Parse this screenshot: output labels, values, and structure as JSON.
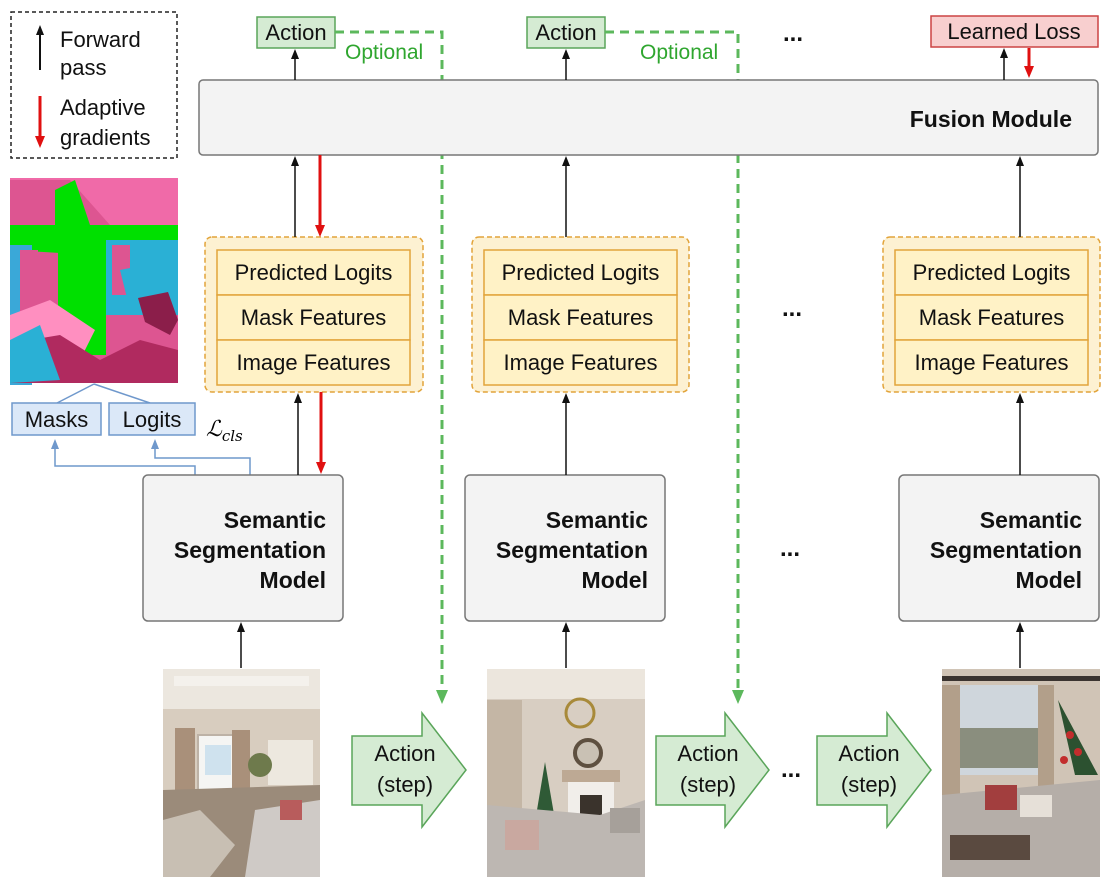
{
  "legend": {
    "forward_line1": "Forward",
    "forward_line2": "pass",
    "adaptive_line1": "Adaptive",
    "adaptive_line2": "gradients"
  },
  "top": {
    "action_label": "Action",
    "optional_label": "Optional",
    "learned_loss_label": "Learned Loss",
    "ellipsis": "..."
  },
  "fusion": {
    "label": "Fusion Module"
  },
  "features": {
    "predicted_logits": "Predicted Logits",
    "mask_features": "Mask Features",
    "image_features": "Image Features"
  },
  "segmentation": {
    "line1": "Semantic",
    "line2": "Segmentation",
    "line3": "Model"
  },
  "outputs": {
    "masks_label": "Masks",
    "logits_label": "Logits",
    "loss_main": "ℒ",
    "loss_sub": "cls"
  },
  "steps": {
    "line1": "Action",
    "line2": "(step)"
  },
  "ellipsis": "...",
  "colors": {
    "forward_arrow": "#111111",
    "gradient_arrow": "#e01010",
    "optional_dashed": "#5cb85c",
    "action_box_fill": "#d5ebd3",
    "action_box_stroke": "#5aa55a",
    "loss_box_fill": "#f8cfcf",
    "loss_box_stroke": "#cc4444",
    "feature_fill": "#fff2c6",
    "feature_stroke": "#e2a43b",
    "feature_group_fill": "#fdf1d2",
    "gray_box_fill": "#f3f3f3",
    "gray_box_stroke": "#777777",
    "blue_box_fill": "#dbe8f8",
    "blue_box_stroke": "#6f98cc"
  }
}
